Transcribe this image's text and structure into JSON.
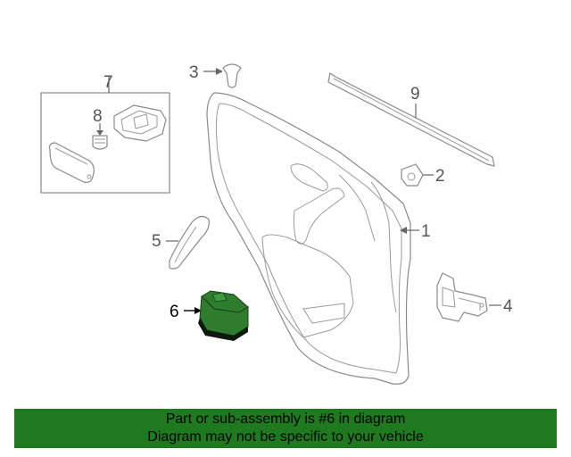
{
  "diagram": {
    "callouts": {
      "c1": "1",
      "c2": "2",
      "c3": "3",
      "c4": "4",
      "c5": "5",
      "c6": "6",
      "c7": "7",
      "c8": "8",
      "c9": "9"
    },
    "highlight_part": "6",
    "highlight_color": "#2e7d2e",
    "banner_color": "#1f7a1f"
  },
  "banner": {
    "line1": "Part or sub-assembly is #6 in diagram",
    "line2": "Diagram may not be specific to your vehicle"
  }
}
